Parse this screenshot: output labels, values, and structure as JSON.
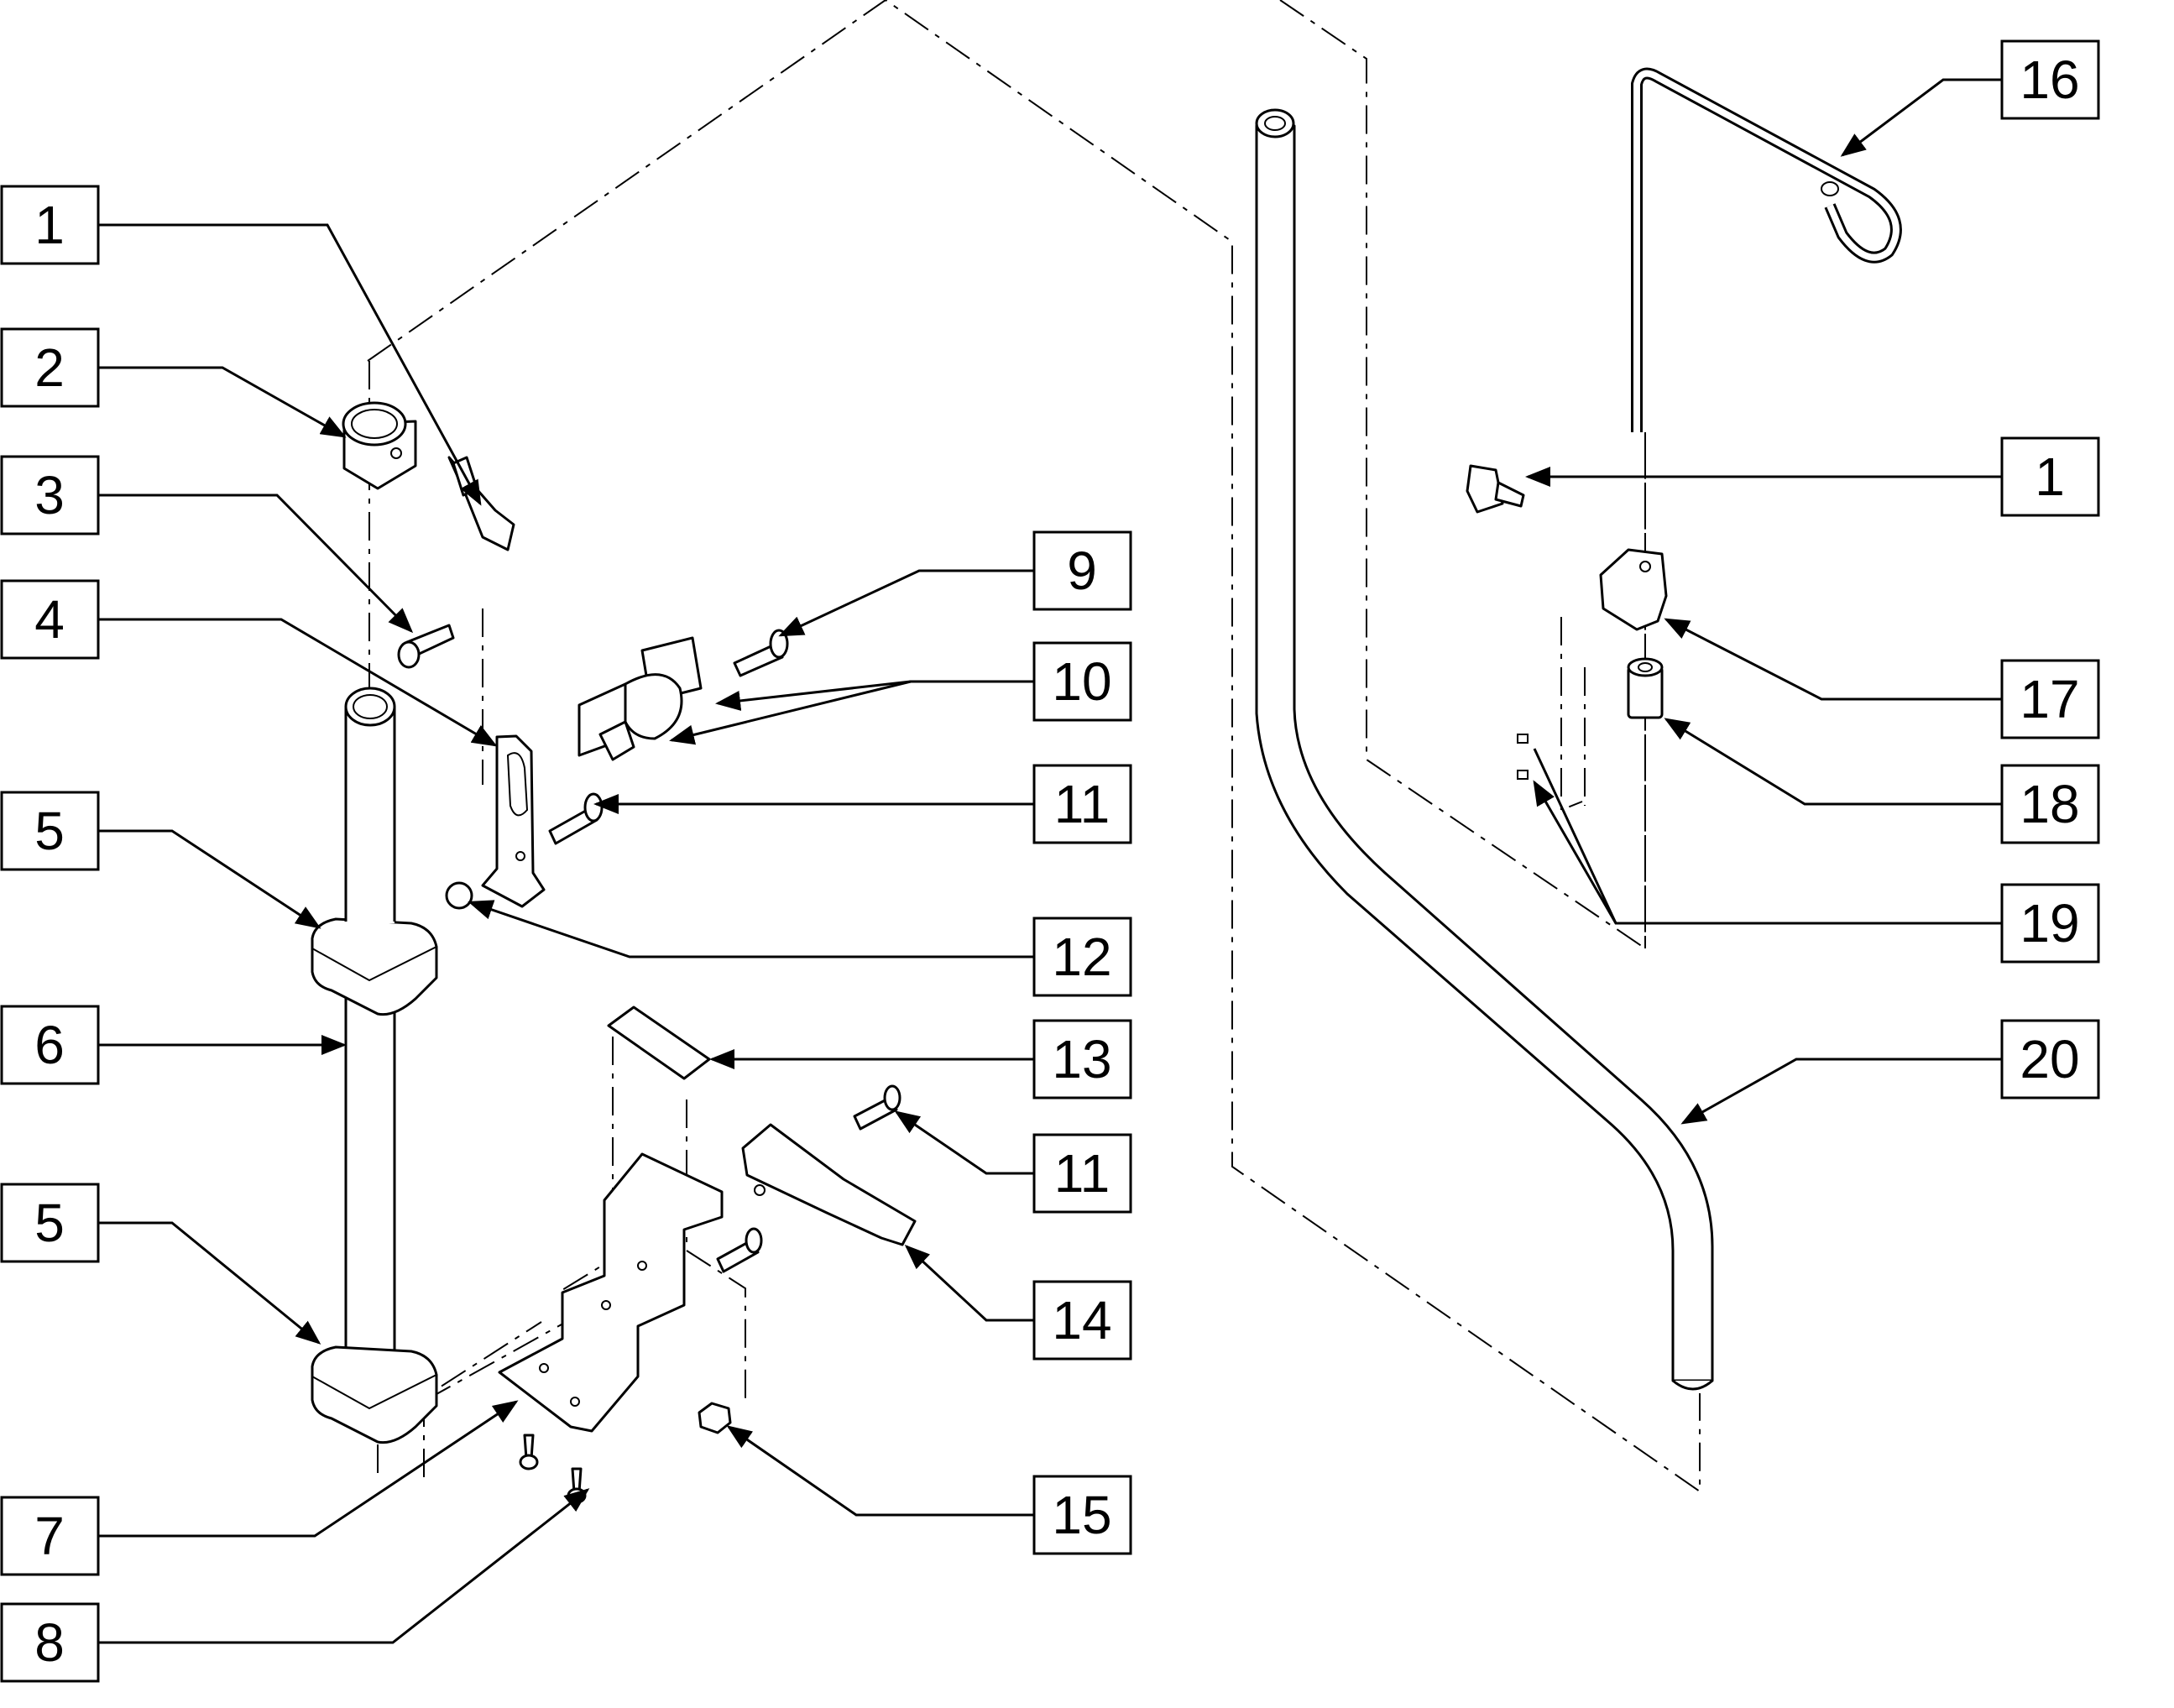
{
  "callouts": [
    {
      "id": "c1a",
      "label": "1"
    },
    {
      "id": "c2",
      "label": "2"
    },
    {
      "id": "c3",
      "label": "3"
    },
    {
      "id": "c4",
      "label": "4"
    },
    {
      "id": "c5a",
      "label": "5"
    },
    {
      "id": "c6",
      "label": "6"
    },
    {
      "id": "c5b",
      "label": "5"
    },
    {
      "id": "c7",
      "label": "7"
    },
    {
      "id": "c8",
      "label": "8"
    },
    {
      "id": "c9",
      "label": "9"
    },
    {
      "id": "c10",
      "label": "10"
    },
    {
      "id": "c11a",
      "label": "11"
    },
    {
      "id": "c12",
      "label": "12"
    },
    {
      "id": "c13",
      "label": "13"
    },
    {
      "id": "c11b",
      "label": "11"
    },
    {
      "id": "c14",
      "label": "14"
    },
    {
      "id": "c15",
      "label": "15"
    },
    {
      "id": "c16",
      "label": "16"
    },
    {
      "id": "c1b",
      "label": "1"
    },
    {
      "id": "c17",
      "label": "17"
    },
    {
      "id": "c18",
      "label": "18"
    },
    {
      "id": "c19",
      "label": "19"
    },
    {
      "id": "c20",
      "label": "20"
    }
  ]
}
